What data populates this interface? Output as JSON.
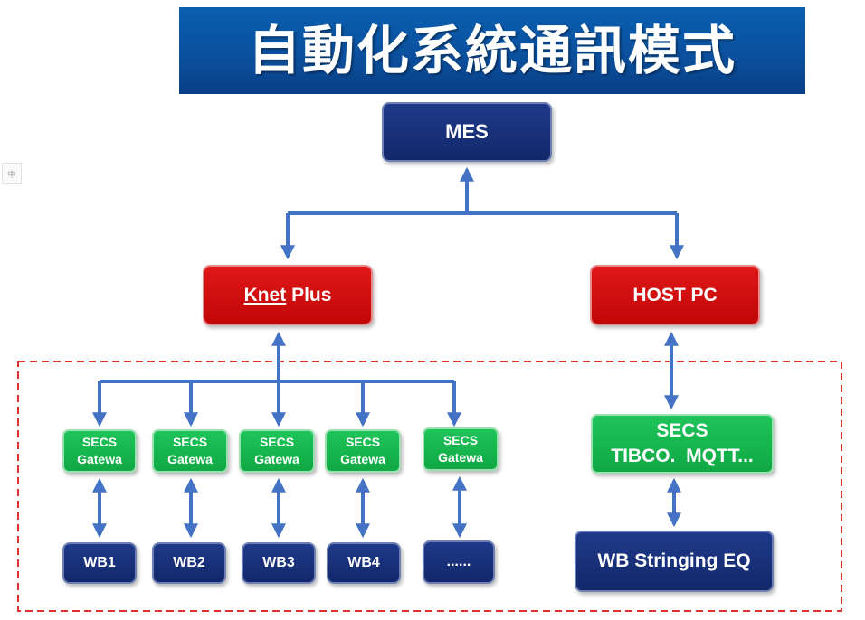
{
  "title": "自動化系統通訊模式",
  "side_mark": "中",
  "nodes": {
    "mes": "MES",
    "knet": {
      "underlined": "Knet",
      "rest": " Plus"
    },
    "host_pc": "HOST PC",
    "gateways": [
      {
        "line1": "SECS",
        "line2": "Gatewa"
      },
      {
        "line1": "SECS",
        "line2": "Gatewa"
      },
      {
        "line1": "SECS",
        "line2": "Gatewa"
      },
      {
        "line1": "SECS",
        "line2": "Gatewa"
      },
      {
        "line1": "SECS",
        "line2": "Gatewa"
      }
    ],
    "wbs": [
      "WB1",
      "WB2",
      "WB3",
      "WB4",
      "......"
    ],
    "secs_tibco": {
      "line1": "SECS",
      "line2": "TIBCO.  MQTT..."
    },
    "wb_stringing": "WB Stringing EQ"
  },
  "colors": {
    "title_bg": "#0b4f9c",
    "navy_node": "#172f78",
    "red_node": "#d00c0c",
    "green_node": "#17b650",
    "connector": "#4472c4",
    "dashed_border": "#e03030"
  }
}
